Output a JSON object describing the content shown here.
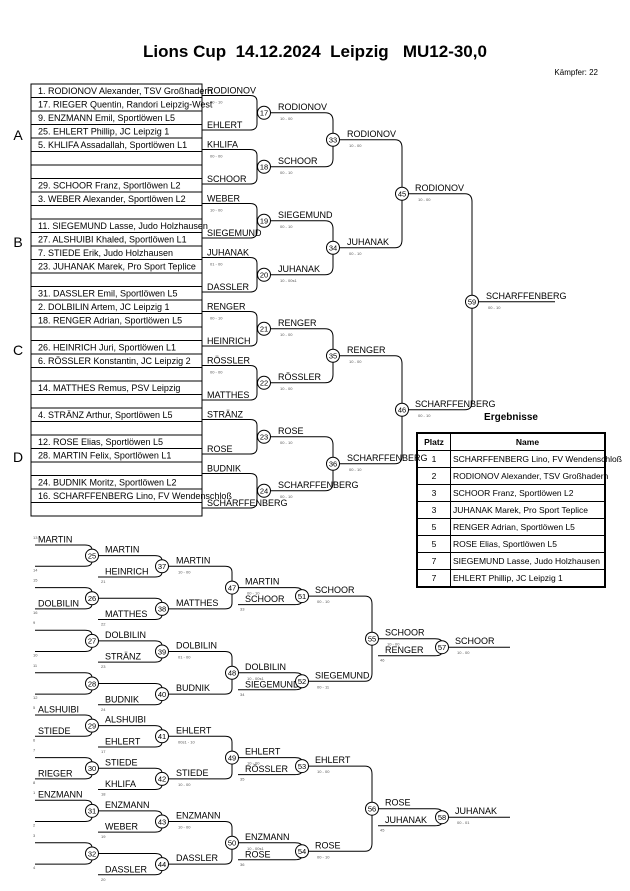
{
  "header": {
    "title": "Lions Cup  14.12.2024  Leipzig   MU12-30,0",
    "fighters": "Kämpfer: 22"
  },
  "pools": [
    "A",
    "B",
    "C",
    "D"
  ],
  "slots": [
    "1. RODIONOV Alexander, TSV Großhadern",
    "17. RIEGER Quentin, Randori Leipzig-West",
    "9. ENZMANN Emil, Sportlöwen L5",
    "25. EHLERT Phillip, JC Leipzig 1",
    "5. KHLIFA Assadallah, Sportlöwen L1",
    "",
    "",
    "29. SCHOOR Franz, Sportlöwen L2",
    "3. WEBER Alexander, Sportlöwen L2",
    "",
    "11. SIEGEMUND Lasse, Judo Holzhausen",
    "27. ALSHUIBI Khaled, Sportlöwen L1",
    "7. STIEDE Erik, Judo Holzhausen",
    "23. JUHANAK Marek, Pro Sport Teplice",
    "",
    "31. DASSLER Emil, Sportlöwen L5",
    "2. DOLBILIN Artem, JC Leipzig 1",
    "18. RENGER Adrian, Sportlöwen L5",
    "",
    "26. HEINRICH Juri, Sportlöwen L1",
    "6. RÖSSLER Konstantin, JC Leipzig 2",
    "",
    "14. MATTHES Remus, PSV Leipzig",
    "",
    "4. STRÄNZ Arthur, Sportlöwen L5",
    "",
    "12. ROSE Elias, Sportlöwen L5",
    "28. MARTIN Felix, Sportlöwen L1",
    "",
    "24. BUDNIK Moritz, Sportlöwen L2",
    "16. SCHARFFENBERG Lino, FV Wendenschloß",
    ""
  ],
  "r1": [
    {
      "n": "17",
      "a": "RODIONOV",
      "b": "EHLERT",
      "w": "RODIONOV",
      "s": "10 - 00"
    },
    {
      "n": "18",
      "a": "KHLIFA",
      "b": "SCHOOR",
      "w": "SCHOOR",
      "s": "00 - 10"
    },
    {
      "n": "19",
      "a": "WEBER",
      "b": "SIEGEMUND",
      "w": "SIEGEMUND",
      "s": "00 - 10"
    },
    {
      "n": "20",
      "a": "JUHANAK",
      "b": "DASSLER",
      "w": "JUHANAK",
      "s": "10 - 00s1"
    },
    {
      "n": "21",
      "a": "RENGER",
      "b": "HEINRICH",
      "w": "RENGER",
      "s": "10 - 00"
    },
    {
      "n": "22",
      "a": "RÖSSLER",
      "b": "MATTHES",
      "w": "RÖSSLER",
      "s": "10 - 00"
    },
    {
      "n": "23",
      "a": "STRÄNZ",
      "b": "ROSE",
      "w": "ROSE",
      "s": "00 - 10"
    },
    {
      "n": "24",
      "a": "BUDNIK",
      "b": "SCHARFFENBERG",
      "w": "SCHARFFENBERG",
      "s": "00 - 10"
    }
  ],
  "r1_scores_top": [
    "00 - 10",
    "00 - 00",
    "10 - 00",
    "01 - 00",
    "00 - 10",
    "00 - 00",
    "",
    ""
  ],
  "r2": [
    {
      "n": "33",
      "w": "RODIONOV",
      "s": "10 - 00"
    },
    {
      "n": "34",
      "w": "JUHANAK",
      "s": "00 - 10"
    },
    {
      "n": "35",
      "w": "RENGER",
      "s": "10 - 00"
    },
    {
      "n": "36",
      "w": "SCHARFFENBERG",
      "s": "00 - 10"
    }
  ],
  "r3": [
    {
      "n": "45",
      "w": "RODIONOV",
      "s": "10 - 00"
    },
    {
      "n": "46",
      "w": "SCHARFFENBERG",
      "s": "00 - 10"
    }
  ],
  "final": {
    "n": "59",
    "w": "SCHARFFENBERG",
    "s": "00 - 10"
  },
  "results": {
    "title": "Ergebnisse",
    "headers": [
      "Platz",
      "Name"
    ],
    "rows": [
      {
        "p": "1",
        "name": "SCHARFFENBERG Lino, FV Wendenschloß"
      },
      {
        "p": "2",
        "name": "RODIONOV Alexander, TSV Großhadern"
      },
      {
        "p": "3",
        "name": "SCHOOR Franz, Sportlöwen L2"
      },
      {
        "p": "3",
        "name": "JUHANAK Marek, Pro Sport Teplice"
      },
      {
        "p": "5",
        "name": "RENGER Adrian, Sportlöwen L5"
      },
      {
        "p": "5",
        "name": "ROSE Elias, Sportlöwen L5"
      },
      {
        "p": "7",
        "name": "SIEGEMUND Lasse, Judo Holzhausen"
      },
      {
        "p": "7",
        "name": "EHLERT Phillip, JC Leipzig 1"
      }
    ]
  },
  "repechage_upper": {
    "rows": [
      {
        "n": "13",
        "name": "MARTIN"
      },
      {
        "n": "14",
        "name": ""
      },
      {
        "n": "15",
        "name": ""
      },
      {
        "n": "16",
        "name": "DOLBILIN"
      },
      {
        "n": "9",
        "name": ""
      },
      {
        "n": "10",
        "name": ""
      },
      {
        "n": "11",
        "name": ""
      },
      {
        "n": "12",
        "name": ""
      }
    ],
    "fights1": [
      {
        "n": "25",
        "a": "MARTIN",
        "b": "HEINRICH",
        "sa": "",
        "sb": "21"
      },
      {
        "n": "26",
        "a": "",
        "b": "MATTHES",
        "sa": "",
        "sb": "22"
      },
      {
        "n": "27",
        "a": "DOLBILIN",
        "b": "STRÄNZ",
        "sa": "",
        "sb": "23"
      },
      {
        "n": "28",
        "a": "",
        "b": "BUDNIK",
        "sa": "",
        "sb": "24"
      }
    ],
    "fights2": [
      {
        "n": "37",
        "w": "MARTIN",
        "s": "10 - 00"
      },
      {
        "n": "38",
        "w": "MATTHES",
        "s": ""
      },
      {
        "n": "39",
        "w": "DOLBILIN",
        "s": "01 - 00"
      },
      {
        "n": "40",
        "w": "BUDNIK",
        "s": ""
      }
    ],
    "fights3": [
      {
        "n": "47",
        "a": "MARTIN",
        "b": "SCHOOR",
        "s": "00 - 10",
        "q": "33"
      },
      {
        "n": "48",
        "a": "DOLBILIN",
        "b": "SIEGEMUND",
        "s": "10 - 00s1",
        "q": "34"
      }
    ],
    "fights4": [
      {
        "n": "51",
        "w": "SCHOOR",
        "s": "00 - 10"
      },
      {
        "n": "52",
        "w": "SIEGEMUND",
        "s": "00 - 11"
      }
    ],
    "f55": {
      "n": "55",
      "a": "SCHOOR",
      "b": "RENGER",
      "s": "10 - 00",
      "q": "46"
    },
    "f57": {
      "n": "57",
      "w": "SCHOOR",
      "s": "10 - 00"
    }
  },
  "repechage_lower": {
    "rows": [
      {
        "n": "5",
        "name": "ALSHUIBI"
      },
      {
        "n": "6",
        "name": "STIEDE"
      },
      {
        "n": "7",
        "name": ""
      },
      {
        "n": "8",
        "name": "RIEGER"
      },
      {
        "n": "1",
        "name": "ENZMANN"
      },
      {
        "n": "2",
        "name": ""
      },
      {
        "n": "3",
        "name": ""
      },
      {
        "n": "4",
        "name": ""
      }
    ],
    "fights1": [
      {
        "n": "29",
        "a": "ALSHUIBI",
        "b": "EHLERT",
        "sa": "",
        "sb": "17"
      },
      {
        "n": "30",
        "a": "STIEDE",
        "b": "KHLIFA",
        "sa": "",
        "sb": "18"
      },
      {
        "n": "31",
        "a": "ENZMANN",
        "b": "WEBER",
        "sa": "",
        "sb": "19"
      },
      {
        "n": "32",
        "a": "",
        "b": "DASSLER",
        "sa": "",
        "sb": "20"
      }
    ],
    "fights2": [
      {
        "n": "41",
        "w": "EHLERT",
        "s": "00s1 - 10"
      },
      {
        "n": "42",
        "w": "STIEDE",
        "s": "10 - 00"
      },
      {
        "n": "43",
        "w": "ENZMANN",
        "s": "10 - 00"
      },
      {
        "n": "44",
        "w": "DASSLER",
        "s": ""
      }
    ],
    "fights3": [
      {
        "n": "49",
        "a": "EHLERT",
        "b": "RÖSSLER",
        "s": "10 - 00",
        "q": "35"
      },
      {
        "n": "50",
        "a": "ENZMANN",
        "b": "ROSE",
        "s": "10 - 00s1",
        "q": "36"
      }
    ],
    "fights4": [
      {
        "n": "53",
        "w": "EHLERT",
        "s": "10 - 00"
      },
      {
        "n": "54",
        "w": "ROSE",
        "s": "00 - 10"
      }
    ],
    "f56": {
      "n": "56",
      "a": "ROSE",
      "b": "JUHANAK",
      "s": "",
      "q": "45"
    },
    "f58": {
      "n": "58",
      "w": "JUHANAK",
      "s": "00 - 01"
    }
  }
}
